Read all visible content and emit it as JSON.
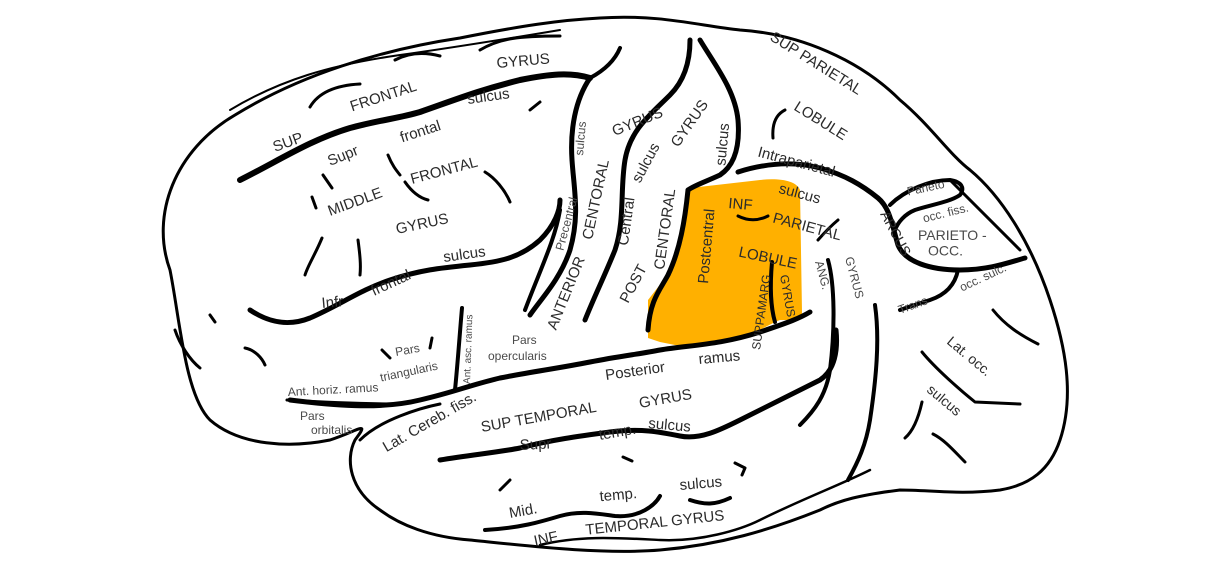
{
  "diagram": {
    "highlight_color": "#FFB000",
    "outline_color": "#000000",
    "labels": {
      "sup": "SUP",
      "frontal_top": "FRONTAL",
      "gyrus_top": "GYRUS",
      "supr": "Supr",
      "frontal_sulcus_word": "frontal",
      "sulcus_sup_frontal": "sulcus",
      "middle": "MIDDLE",
      "frontal_mid": "FRONTAL",
      "gyrus_mid": "GYRUS",
      "infr": "Infr",
      "frontal_infr": "frontal",
      "sulcus_infr": "sulcus",
      "sulcus_precentral_top": "sulcus",
      "precentral": "Precentral",
      "anterior": "ANTERIOR",
      "centoral_ant": "CENTORAL",
      "gyrus_ant": "GYRUS",
      "central": "Central",
      "sulcus_central": "sulcus",
      "post": "POST",
      "centoral_post": "CENTORAL",
      "gyrus_post": "GYRUS",
      "sulcus_postcentral": "sulcus",
      "postcentral": "Postcentral",
      "sup_parietal": "SUP PARIETAL",
      "lobule_sup": "LOBULE",
      "intraparietal": "Intraparietal",
      "sulcus_intra": "sulcus",
      "inf": "INF",
      "parietal": "PARIETAL",
      "lobule_inf": "LOBULE",
      "suppamarg": "SUPPAMARG",
      "gyrus_suppamarg": "GYRUS",
      "ang": "ANG.",
      "gyrus_ang": "GYRUS",
      "arcus": "ARCUS",
      "parieto": "Parieto",
      "occ_fiss": "occ. fiss.",
      "parieto_occ": "PARIETO -",
      "occ": "OCC.",
      "trans": "Trans",
      "occ_sulc": "occ. sulc.",
      "lat_occ": "Lat. occ.",
      "sulcus_lat_occ": "sulcus",
      "pars_op_1": "Pars",
      "pars_op_2": "opercularis",
      "pars_tri_1": "Pars",
      "pars_tri_2": "triangularis",
      "ant_asc_ramus": "Ant. asc. ramus",
      "ant_horiz_ramus": "Ant. horiz. ramus",
      "pars_orb_1": "Pars",
      "pars_orb_2": "orbitalis",
      "lat_cereb_fiss": "Lat. Cereb. fiss.",
      "posterior": "Posterior",
      "ramus": "ramus",
      "sup_temporal": "SUP TEMPORAL",
      "gyrus_sup_temp": "GYRUS",
      "supr_temp": "Supr",
      "temp_sup": "temp.",
      "sulcus_sup_temp": "sulcus",
      "mid": "Mid.",
      "temp_mid": "temp.",
      "sulcus_mid_temp": "sulcus",
      "inf_temporal": "INF",
      "temporal_gyrus": "TEMPORAL GYRUS"
    }
  }
}
